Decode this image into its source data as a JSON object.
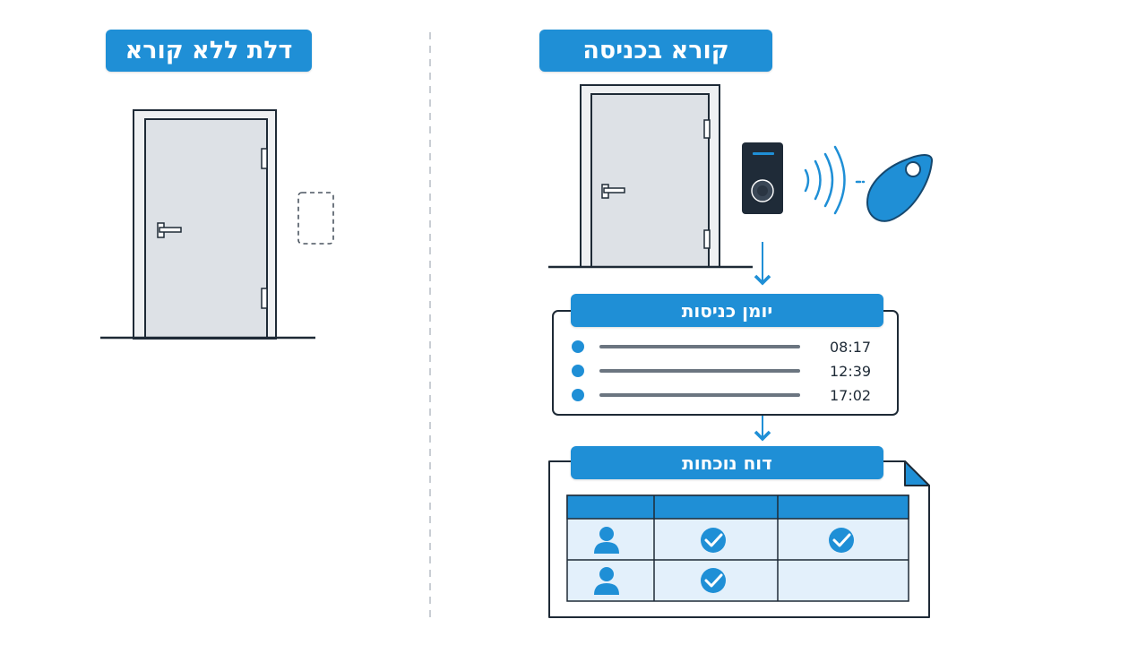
{
  "left_panel": {
    "title": "דלת ללא קורא"
  },
  "right_panel": {
    "title": "קורא בכניסה",
    "entry_log": {
      "title": "יומן כניסות",
      "entries": [
        {
          "time": "08:17"
        },
        {
          "time": "12:39"
        },
        {
          "time": "17:02"
        }
      ]
    },
    "attendance_report": {
      "title": "דוח נוכחות",
      "rows": [
        {
          "present_col_2": true,
          "present_col_3": true
        },
        {
          "present_col_2": true,
          "present_col_3": false
        }
      ]
    }
  },
  "colors": {
    "accent": "#1f8fd6",
    "ink": "#1e2a36",
    "door_fill": "#dde1e6",
    "table_fill": "#e3f0fb"
  },
  "icons": [
    "door-icon",
    "card-reader-icon",
    "nfc-waves-icon",
    "key-fob-icon",
    "user-icon",
    "check-circle-icon",
    "arrow-down-icon"
  ]
}
